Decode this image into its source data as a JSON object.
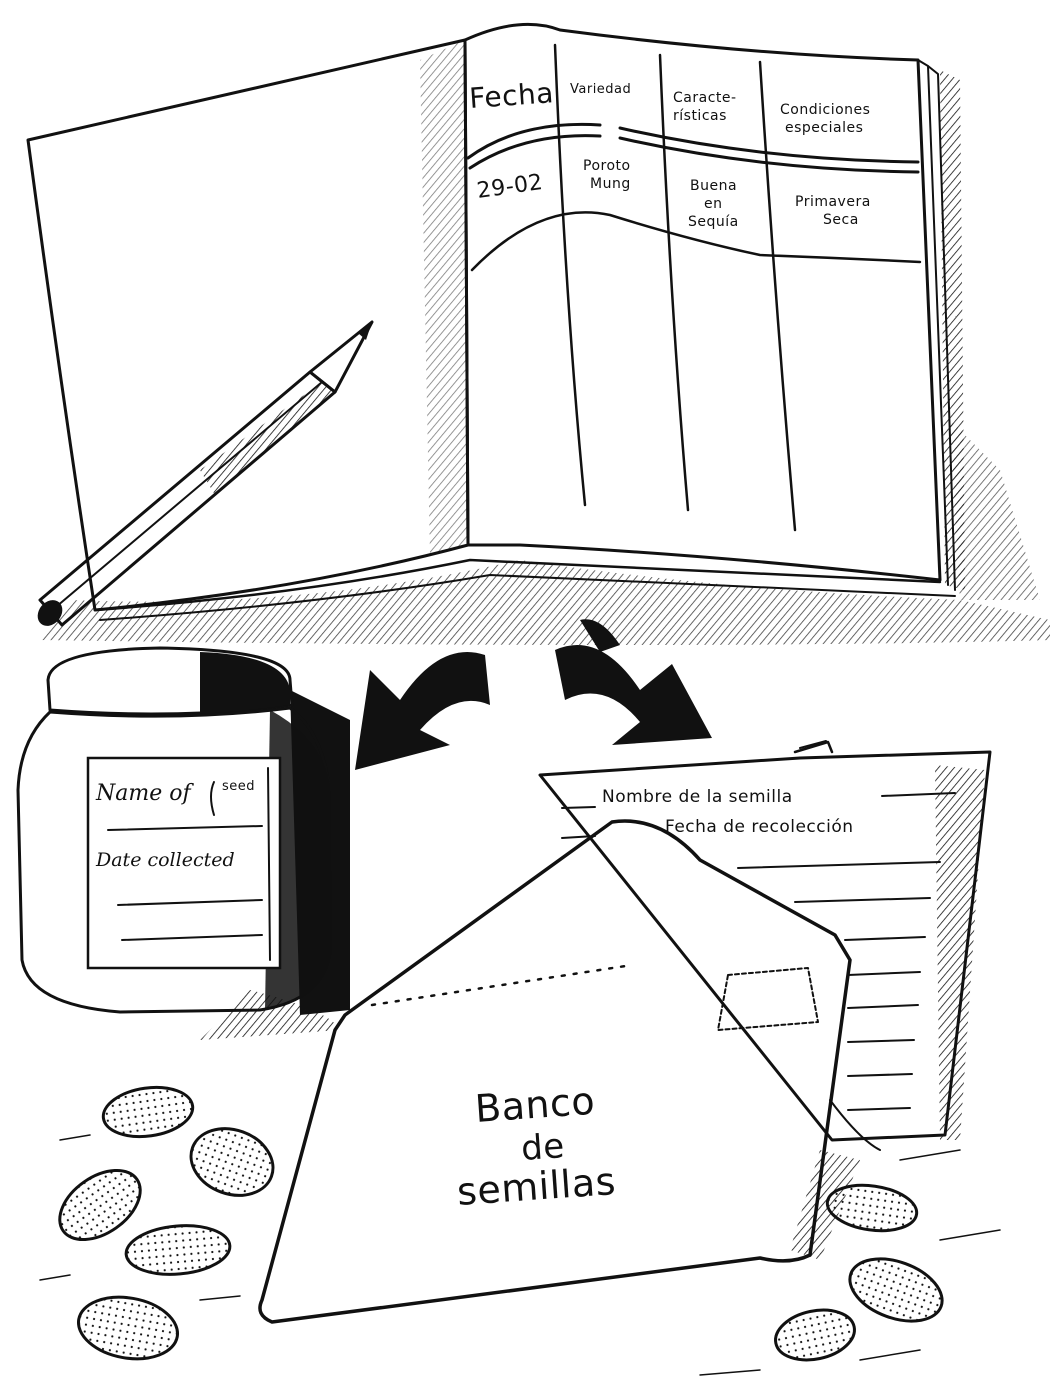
{
  "ledger": {
    "headers": [
      "Fecha",
      "Variedad",
      "Caracte-",
      "rísticas",
      "Condiciones",
      "especiales"
    ],
    "row": {
      "fecha": "29-02",
      "variedad_1": "Poroto",
      "variedad_2": "Mung",
      "caract_1": "Buena",
      "caract_2": "en",
      "caract_3": "Sequía",
      "cond_1": "Primavera",
      "cond_2": "Seca"
    }
  },
  "jar_label": {
    "name_line": "Name of",
    "name_value": "seed",
    "date_line": "Date collected"
  },
  "form": {
    "seed_name": "Nombre de la semilla",
    "collection_date": "Fecha de recolección"
  },
  "envelope": {
    "line1": "Banco",
    "line2": "de",
    "line3": "semillas"
  },
  "icons": [
    "open-book-icon",
    "pencil-icon",
    "arrow-icon",
    "seed-jar-icon",
    "form-sheet-icon",
    "envelope-icon",
    "bean-seed-icon"
  ]
}
